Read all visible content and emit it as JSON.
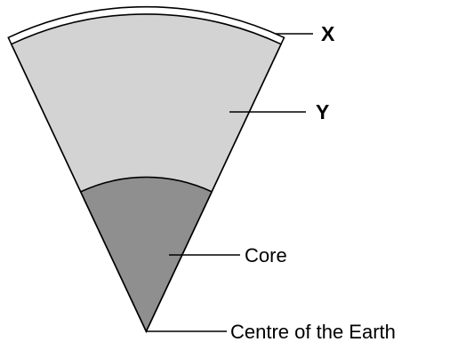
{
  "labels": {
    "x": "X",
    "y": "Y",
    "core": "Core",
    "centre": "Centre of the Earth"
  },
  "colors": {
    "crust": "#ffffff",
    "mantle": "#d3d3d3",
    "core": "#8f8f8f",
    "outline": "#000000"
  }
}
